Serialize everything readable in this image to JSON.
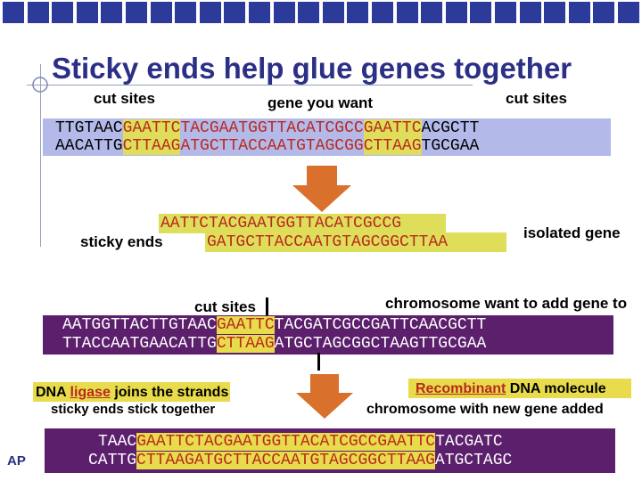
{
  "title": "Sticky ends help glue genes together",
  "labels": {
    "cut_sites_left": "cut sites",
    "gene_you_want": "gene you want",
    "cut_sites_right": "cut sites",
    "sticky_ends": "sticky ends",
    "isolated_gene": "isolated gene",
    "cut_sites_mid": "cut sites",
    "chromosome_want": "chromosome want to add gene to",
    "ligase_caption_pre": "DNA ",
    "ligase_caption_link": "ligase",
    "ligase_caption_post": " joins the strands",
    "sticky_stick": "sticky ends stick together",
    "recombinant_link": "Recombinant",
    "recombinant_post": " DNA molecule",
    "chromosome_new": "chromosome with new gene added",
    "footer_ap": "AP"
  },
  "dna1": {
    "top": [
      "TTGTAAC",
      "G",
      "AATTC",
      "TACGAATGGTTACATCGCC",
      "G",
      "AATTC",
      "ACGCTT"
    ],
    "bottom": [
      "AACATTG",
      "CTTAA",
      "G",
      "ATGCTTACCAATGTAGCGG",
      "CTTAA",
      "G",
      "TGCGAA"
    ]
  },
  "gene": {
    "top": "AATTCTACGAATGGTTACATCGCCG",
    "bottom": "GATGCTTACCAATGTAGCGGCTTAA"
  },
  "chromosome": {
    "top": [
      "AATGGTTACTTGTAAC",
      "G",
      "AATTC",
      "TACGATCGCCGATTCAACGCTT"
    ],
    "bottom": [
      "TTACCAATGAACATTG",
      "CTTAA",
      "G",
      "ATGCTAGCGGCTAAGTTGCGAA"
    ]
  },
  "recombinant": {
    "top": [
      "TAAC",
      "G",
      "AATTCTACGAATGGTTACATCGCC",
      "G",
      "AATTC",
      "TACGATC"
    ],
    "bottom": [
      "CATTG",
      "CTTAA",
      "GATGCTTACCAATGTAGCGG",
      "CTTAA",
      "G",
      "ATGCTAGC"
    ]
  },
  "colors": {
    "title": "#2b2f86",
    "header_squares": "#2c3b9a",
    "band_light": "#b3b9e8",
    "band_dark": "#5b1f6c",
    "highlight": "#dede5a",
    "seq_red": "#b9281f",
    "arrow": "#d9702c"
  }
}
